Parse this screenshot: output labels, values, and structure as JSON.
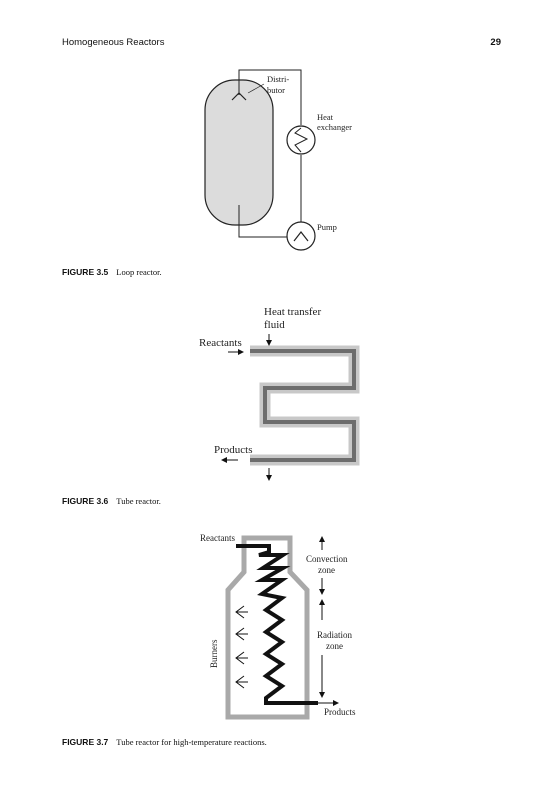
{
  "header": {
    "title": "Homogeneous Reactors",
    "page": "29"
  },
  "fig35": {
    "caption_num": "FIGURE 3.5",
    "caption_text": "Loop reactor.",
    "labels": {
      "distributor_1": "Distri-",
      "distributor_2": "butor",
      "hx_1": "Heat",
      "hx_2": "exchanger",
      "pump": "Pump"
    }
  },
  "fig36": {
    "caption_num": "FIGURE 3.6",
    "caption_text": "Tube reactor.",
    "labels": {
      "htf_1": "Heat transfer",
      "htf_2": "fluid",
      "reactants": "Reactants",
      "products": "Products"
    }
  },
  "fig37": {
    "caption_num": "FIGURE 3.7",
    "caption_text": "Tube reactor for high-temperature reactions.",
    "labels": {
      "reactants": "Reactants",
      "convection_1": "Convection",
      "convection_2": "zone",
      "radiation_1": "Radiation",
      "radiation_2": "zone",
      "burners": "Burners",
      "products": "Products"
    }
  }
}
